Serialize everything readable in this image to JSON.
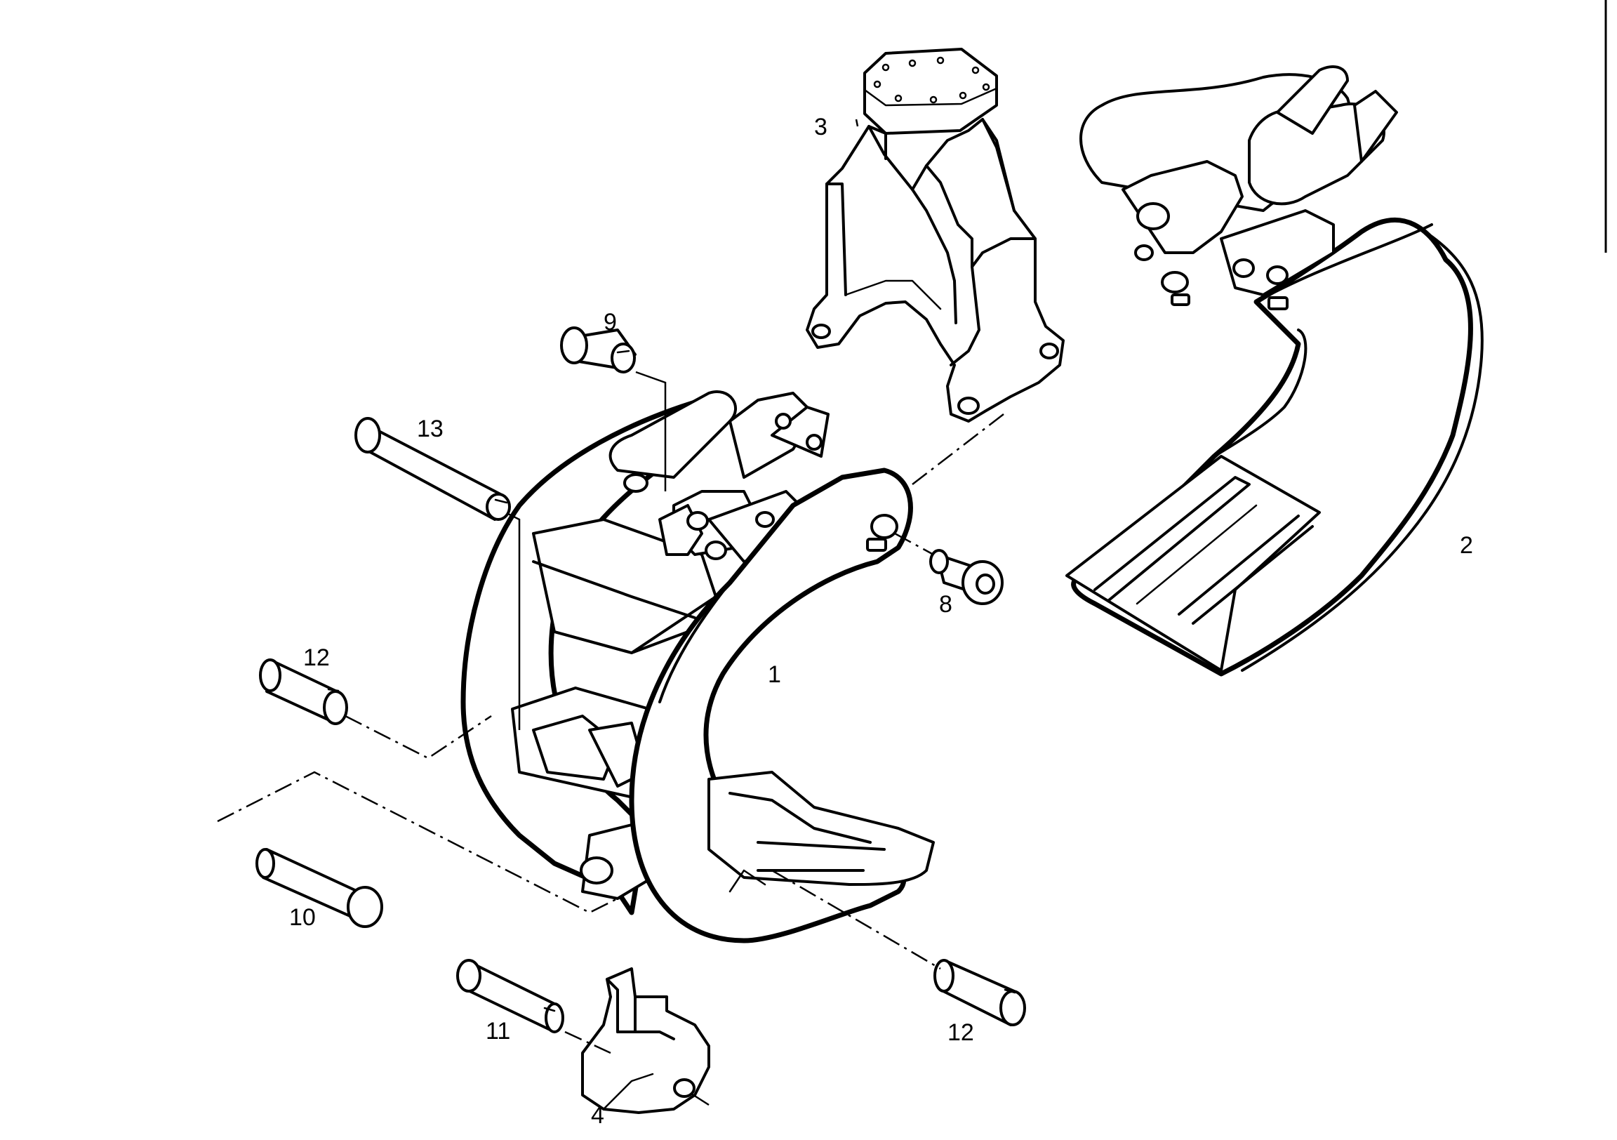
{
  "callouts": {
    "c1": "1",
    "c2": "2",
    "c3": "3",
    "c4": "4",
    "c8": "8",
    "c9": "9",
    "c10": "10",
    "c11": "11",
    "c12a": "12",
    "c12b": "12",
    "c13": "13"
  }
}
